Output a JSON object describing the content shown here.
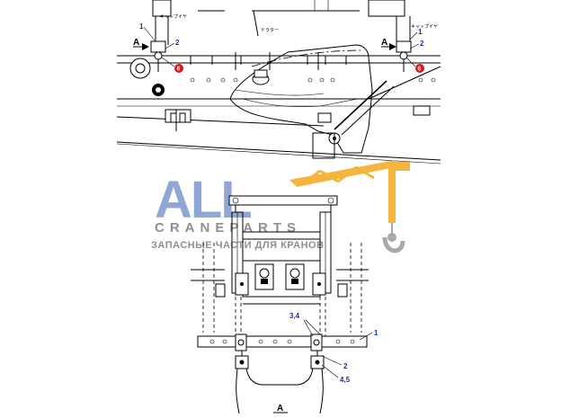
{
  "top_view": {
    "label_a_left": "A",
    "label_a_right": "A",
    "jp_text_left": "キャップイヤ",
    "jp_text_right": "キャップイヤ",
    "jp_text_center": "ドラター",
    "callouts_left": [
      "1",
      "2",
      "6"
    ],
    "callouts_right": [
      "1",
      "2",
      "6"
    ]
  },
  "view_a": {
    "title": "A",
    "callout_1": "1",
    "callout_2": "2",
    "callout_34": "3,4",
    "callout_45": "4,5"
  },
  "watermark": {
    "logo": "ALL",
    "brand": "CRANEPARTS",
    "tagline": "ЗАПАСНЫЕ ЧАСТИ ДЛЯ КРАНОВ"
  },
  "colors": {
    "callout": "#1a2db0",
    "marker": "#d81818",
    "watermark_blue": "#7d98ce",
    "watermark_orange": "#f4a81c",
    "watermark_gray": "#8f8f8f"
  }
}
